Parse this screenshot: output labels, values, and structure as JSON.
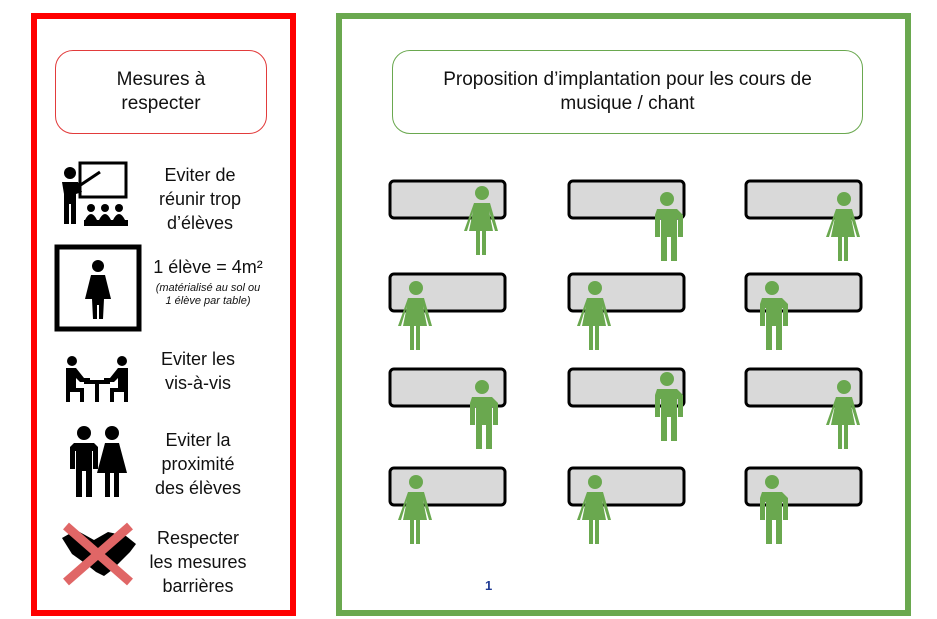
{
  "colors": {
    "left_border": "#ff0000",
    "right_border": "#6aa84f",
    "desk_fill": "#d9d9d9",
    "student_fill": "#6aa84f",
    "page_number": "#1f3a93"
  },
  "left_panel": {
    "title": "Mesures à\nrespecter",
    "rules": [
      {
        "icon": "teacher-class-icon",
        "text": "Eviter de\nréunir trop\nd’élèves"
      },
      {
        "icon": "person-square-icon",
        "text": "1 élève = 4m²",
        "subtext": "(matérialisé au sol ou\n1 élève par table)"
      },
      {
        "icon": "face-to-face-desk-icon",
        "text": "Eviter les\nvis-à-vis"
      },
      {
        "icon": "two-people-icon",
        "text": "Eviter la\nproximité\ndes élèves"
      },
      {
        "icon": "crossed-handshake-icon",
        "text": "Respecter\nles mesures\nbarrières"
      }
    ]
  },
  "right_panel": {
    "title": "Proposition d’implantation pour les cours de\nmusique / chant",
    "desks": [
      {
        "row": 1,
        "col": 1,
        "student": "female"
      },
      {
        "row": 1,
        "col": 2,
        "student": "male"
      },
      {
        "row": 1,
        "col": 3,
        "student": "female"
      },
      {
        "row": 2,
        "col": 1,
        "student": "female"
      },
      {
        "row": 2,
        "col": 2,
        "student": "female"
      },
      {
        "row": 2,
        "col": 3,
        "student": "male"
      },
      {
        "row": 3,
        "col": 1,
        "student": "male"
      },
      {
        "row": 3,
        "col": 2,
        "student": "male"
      },
      {
        "row": 3,
        "col": 3,
        "student": "female"
      },
      {
        "row": 4,
        "col": 1,
        "student": "female"
      },
      {
        "row": 4,
        "col": 2,
        "student": "female"
      },
      {
        "row": 4,
        "col": 3,
        "student": "male"
      }
    ]
  },
  "page_number": "1"
}
